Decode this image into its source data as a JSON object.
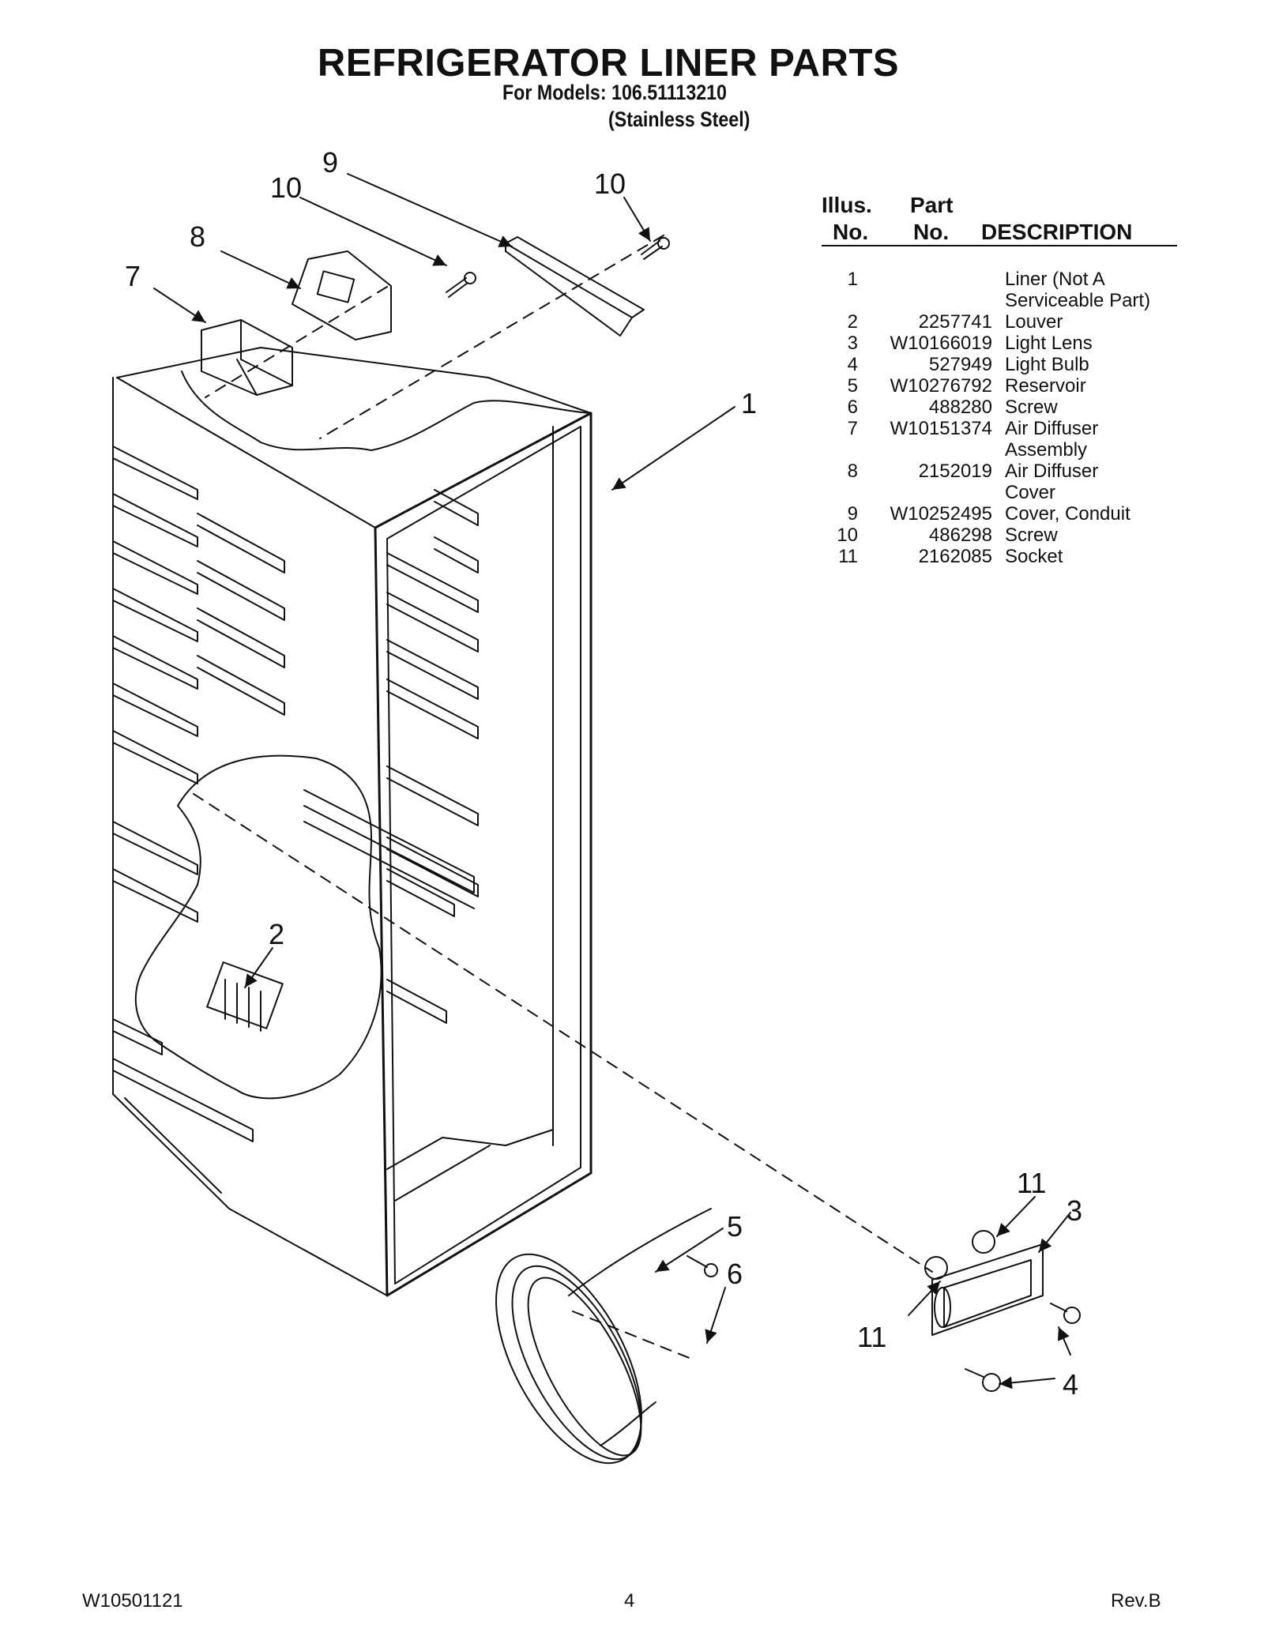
{
  "header": {
    "title": "REFRIGERATOR LINER PARTS",
    "models": "For Models: 106.51113210",
    "finish": "(Stainless Steel)"
  },
  "table": {
    "header": {
      "illus_top": "Illus.",
      "illus_bottom": "No.",
      "part_top": "Part",
      "part_bottom": "No.",
      "description": "DESCRIPTION"
    },
    "rows": [
      {
        "illus": "1",
        "part": "",
        "desc": "Liner (Not A",
        "desc2": "Serviceable Part)"
      },
      {
        "illus": "2",
        "part": "2257741",
        "desc": "Louver"
      },
      {
        "illus": "3",
        "part": "W10166019",
        "desc": "Light Lens"
      },
      {
        "illus": "4",
        "part": "527949",
        "desc": "Light Bulb"
      },
      {
        "illus": "5",
        "part": "W10276792",
        "desc": "Reservoir"
      },
      {
        "illus": "6",
        "part": "488280",
        "desc": "Screw"
      },
      {
        "illus": "7",
        "part": "W10151374",
        "desc": "Air Diffuser",
        "desc2": "Assembly"
      },
      {
        "illus": "8",
        "part": "2152019",
        "desc": "Air Diffuser",
        "desc2": "Cover"
      },
      {
        "illus": "9",
        "part": "W10252495",
        "desc": "Cover, Conduit"
      },
      {
        "illus": "10",
        "part": "486298",
        "desc": "Screw"
      },
      {
        "illus": "11",
        "part": "2162085",
        "desc": "Socket"
      }
    ]
  },
  "diagram": {
    "callouts": {
      "c1": "1",
      "c2": "2",
      "c3": "3",
      "c4": "4",
      "c5": "5",
      "c6": "6",
      "c7": "7",
      "c8": "8",
      "c9": "9",
      "c10a": "10",
      "c10b": "10",
      "c11a": "11",
      "c11b": "11"
    }
  },
  "footer": {
    "doc_number": "W10501121",
    "page_number": "4",
    "revision": "Rev.B"
  }
}
